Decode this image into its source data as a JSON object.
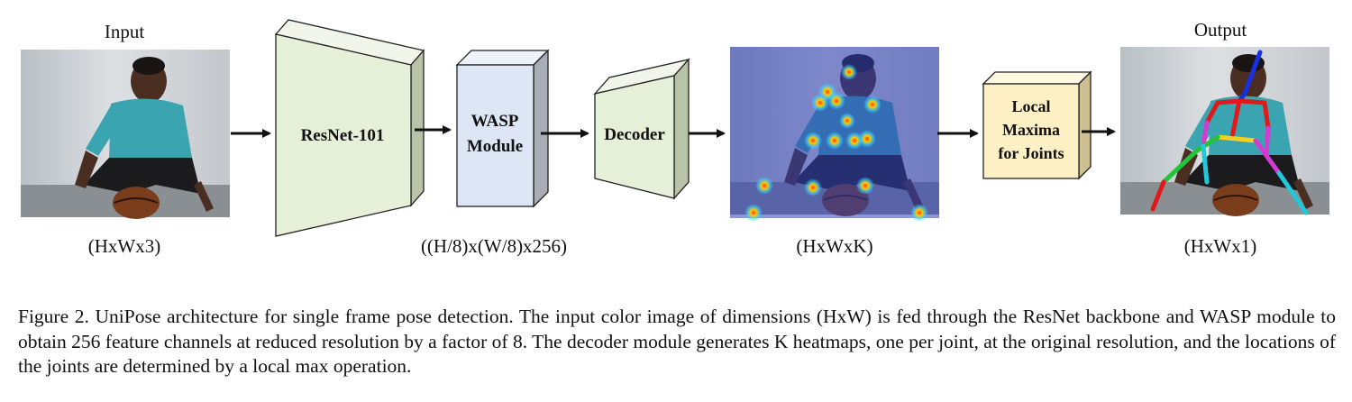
{
  "labels": {
    "input_title": "Input",
    "output_title": "Output",
    "input_dims": "(HxWx3)",
    "feature_dims": "((H/8)x(W/8)x256)",
    "heatmap_dims": "(HxWxK)",
    "output_dims": "(HxWx1)"
  },
  "blocks": {
    "resnet": "ResNet-101",
    "wasp_line1": "WASP",
    "wasp_line2": "Module",
    "decoder": "Decoder",
    "maxima_line1": "Local",
    "maxima_line2": "Maxima",
    "maxima_line3": "for Joints"
  },
  "colors": {
    "green_block": "#e6efd8",
    "wasp_block": "#dce6f4",
    "maxima_block": "#fdf0c4",
    "heatmap_overlay": "#2f3fb8"
  },
  "caption": "Figure 2. UniPose architecture for single frame pose detection. The input color image of dimensions (HxW) is fed through the ResNet backbone and WASP module to obtain 256 feature channels at reduced resolution by a factor of 8. The decoder module generates K heatmaps, one per joint, at the original resolution, and the locations of the joints are determined by a local max operation."
}
